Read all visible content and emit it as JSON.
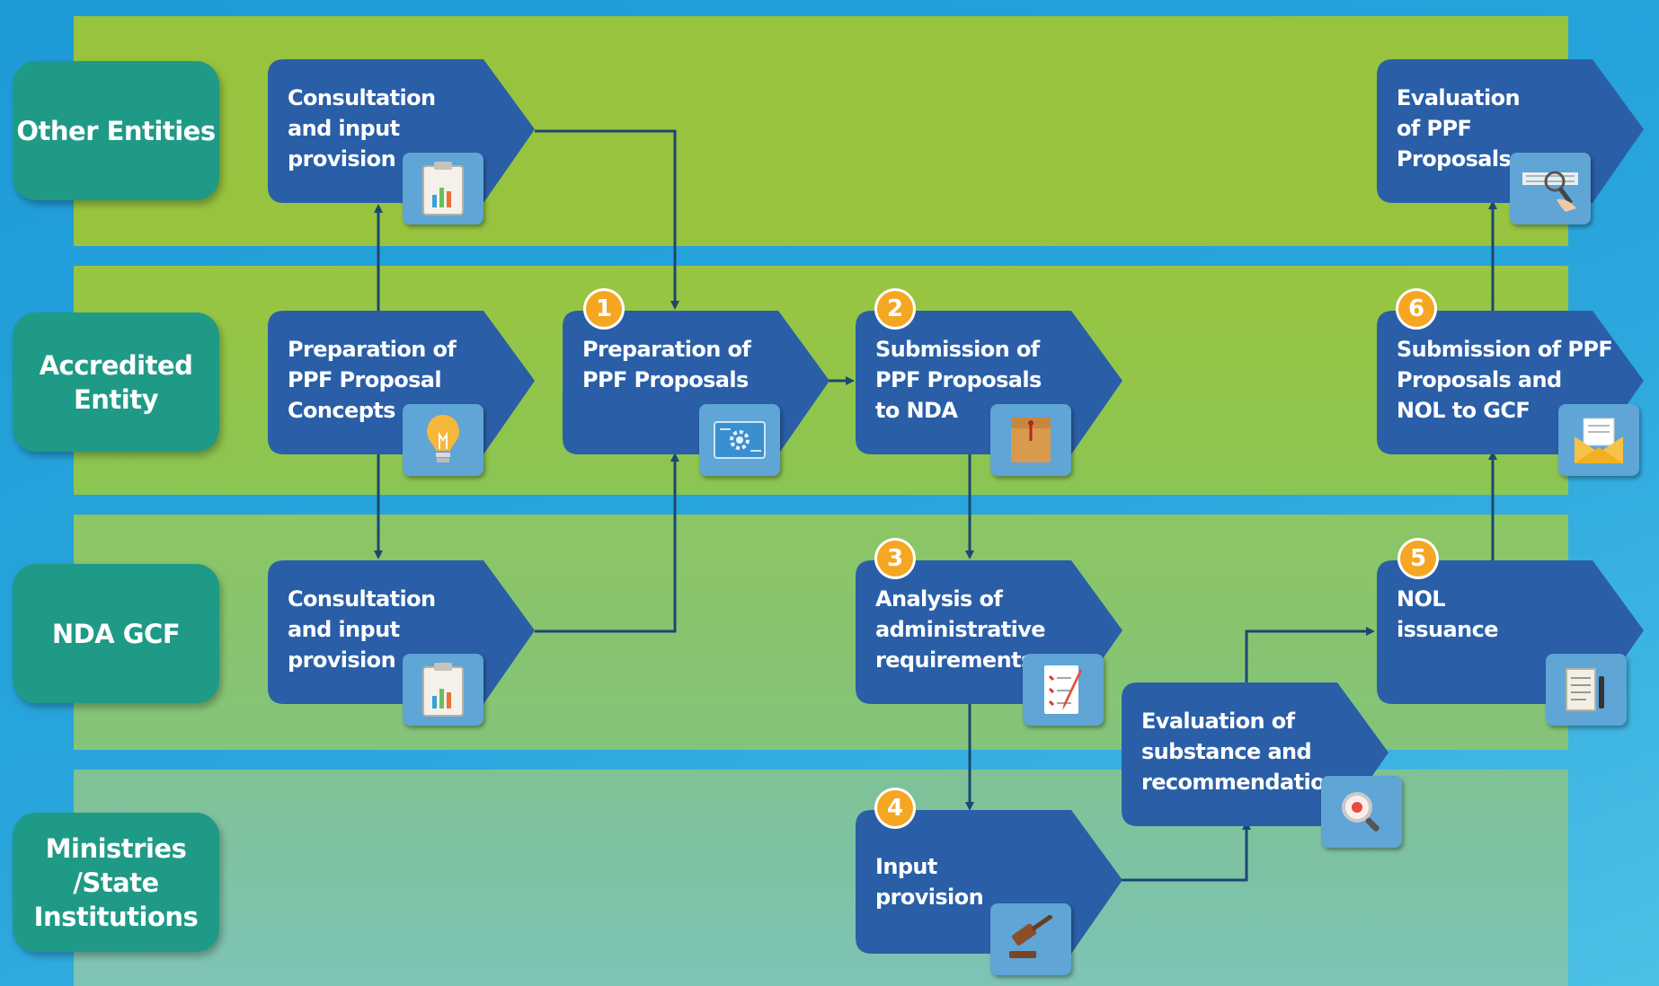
{
  "lanes": [
    {
      "id": "other",
      "label": "Other Entities"
    },
    {
      "id": "ae",
      "label": "Accredited\nEntity"
    },
    {
      "id": "nda",
      "label": "NDA GCF"
    },
    {
      "id": "ministries",
      "label": "Ministries\n/State\nInstitutions"
    }
  ],
  "steps": {
    "consult_other": {
      "text": "Consultation\nand input\nprovision",
      "icon": "clipboard-chart-icon"
    },
    "prep_concepts": {
      "text": "Preparation of\nPPF Proposal\nConcepts",
      "icon": "lightbulb-icon"
    },
    "consult_nda": {
      "text": "Consultation\nand input\nprovision",
      "icon": "clipboard-chart-icon"
    },
    "prep_proposals": {
      "badge": "1",
      "text": "Preparation of\nPPF Proposals",
      "icon": "blueprint-gear-icon"
    },
    "submit_nda": {
      "badge": "2",
      "text": "Submission of\nPPF Proposals\nto NDA",
      "icon": "envelope-folder-icon"
    },
    "analysis": {
      "badge": "3",
      "text": "Analysis of\nadministrative\nrequirements",
      "icon": "checklist-pencil-icon"
    },
    "input": {
      "badge": "4",
      "text": "Input\nprovision",
      "icon": "gavel-icon"
    },
    "evaluation_sub": {
      "text": "Evaluation of\nsubstance and\nrecommendations",
      "icon": "magnifier-icon"
    },
    "nol": {
      "badge": "5",
      "text": "NOL\nissuance",
      "icon": "document-pen-icon"
    },
    "submit_gcf": {
      "badge": "6",
      "text": "Submission of PPF\nProposals and\nNOL to GCF",
      "icon": "open-envelope-icon"
    },
    "evaluation_ppf": {
      "text": "Evaluation\nof PPF\nProposals",
      "icon": "magnifier-hand-icon"
    }
  },
  "colors": {
    "box": "#2a5fa8",
    "box_edge": "#1f4f95",
    "badge": "#f5a623",
    "lane_label": "#1f9a86",
    "arrow": "#1c4770"
  }
}
